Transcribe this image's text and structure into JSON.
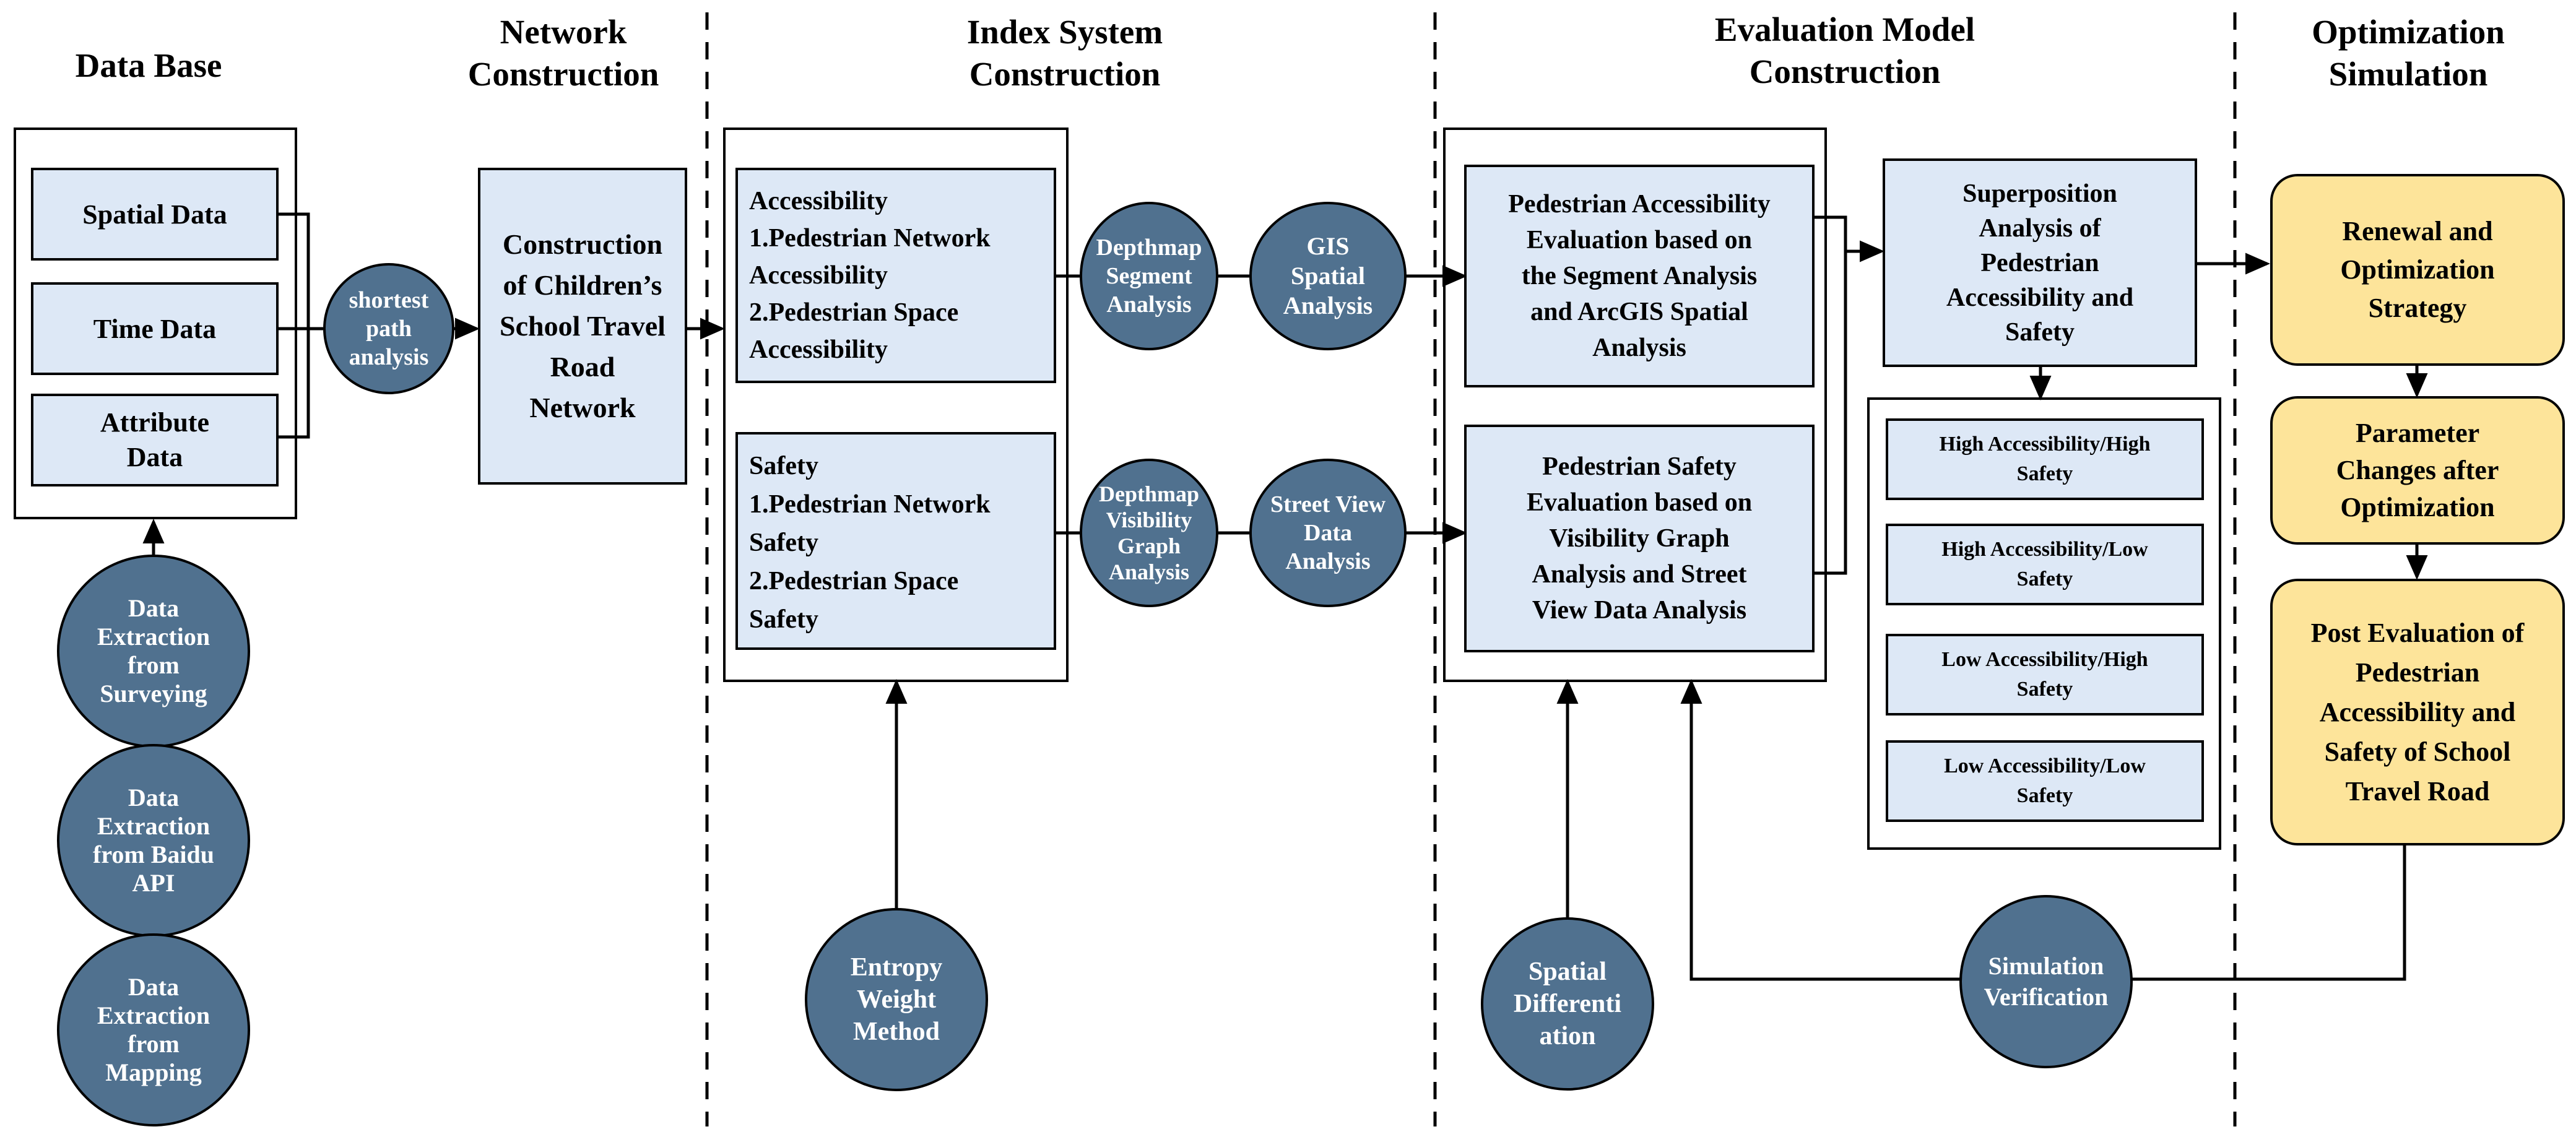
{
  "headers": {
    "data_base": "Data Base",
    "network": "Network\nConstruction",
    "index": "Index System\nConstruction",
    "evaluation": "Evaluation Model\nConstruction",
    "optimization": "Optimization\nSimulation"
  },
  "data_base": {
    "spatial": "Spatial Data",
    "time": "Time Data",
    "attribute": "Attribute\nData"
  },
  "extraction": {
    "surveying": "Data\nExtraction\nfrom\nSurveying",
    "baidu": "Data\nExtraction\nfrom Baidu\nAPI",
    "mapping": "Data\nExtraction\nfrom\nMapping"
  },
  "shortest_path": "shortest\npath\nanalysis",
  "network_box": "Construction\nof Children’s\nSchool Travel\nRoad\nNetwork",
  "index": {
    "accessibility": "Accessibility\n1.Pedestrian Network\nAccessibility\n2.Pedestrian Space\nAccessibility",
    "safety": "Safety\n1.Pedestrian Network\nSafety\n2.Pedestrian Space\nSafety"
  },
  "methods": {
    "depthmap_segment": "Depthmap\nSegment\nAnalysis",
    "gis_spatial": "GIS\nSpatial\nAnalysis",
    "depthmap_visibility": "Depthmap\nVisibility\nGraph\nAnalysis",
    "street_view": "Street View\nData\nAnalysis",
    "entropy": "Entropy\nWeight\nMethod",
    "spatial_diff": "Spatial\nDifferenti\nation",
    "simulation": "Simulation\nVerification"
  },
  "evaluation": {
    "accessibility_eval": "Pedestrian Accessibility\nEvaluation based on\nthe Segment Analysis\nand ArcGIS Spatial\nAnalysis",
    "safety_eval": "Pedestrian Safety\nEvaluation based on\nVisibility Graph\nAnalysis and Street\nView Data Analysis",
    "superposition": "Superposition\nAnalysis of\nPedestrian\nAccessibility and\nSafety"
  },
  "quadrants": {
    "hh": "High Accessibility/High\nSafety",
    "hl": "High Accessibility/Low\nSafety",
    "lh": "Low Accessibility/High\nSafety",
    "ll": "Low Accessibility/Low\nSafety"
  },
  "optimization": {
    "renewal": "Renewal and\nOptimization\nStrategy",
    "parameter": "Parameter\nChanges after\nOptimization",
    "post_eval": "Post Evaluation of\nPedestrian\nAccessibility and\nSafety of School\nTravel Road"
  },
  "colors": {
    "box_fill": "#dde8f6",
    "circle_fill": "#50718f",
    "optimization_fill": "#fde49a"
  }
}
